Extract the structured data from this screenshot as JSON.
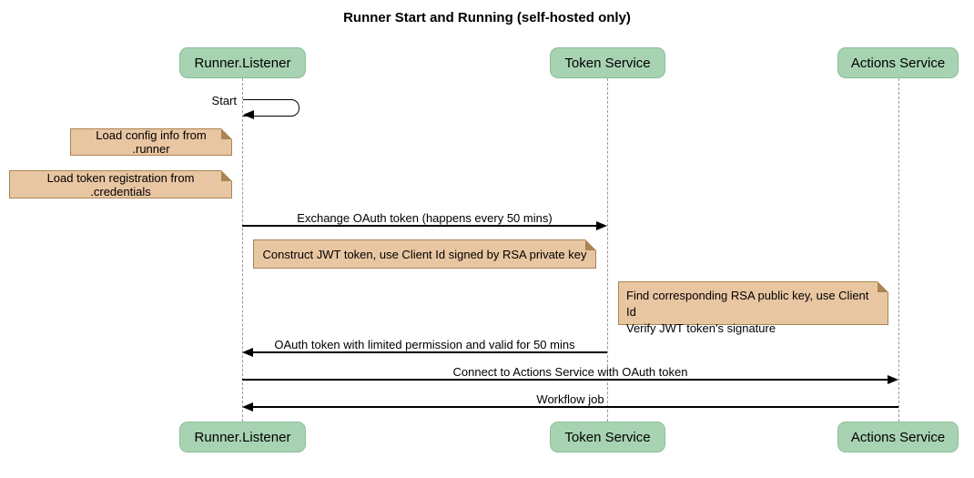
{
  "title": "Runner Start and Running (self-hosted only)",
  "participants": [
    {
      "label": "Runner.Listener"
    },
    {
      "label": "Token Service"
    },
    {
      "label": "Actions Service"
    }
  ],
  "messages": [
    {
      "label": "Start",
      "kind": "self-loop",
      "from": "Runner.Listener",
      "to": "Runner.Listener"
    },
    {
      "label": "Exchange OAuth token (happens every 50 mins)",
      "kind": "solid-arrow",
      "from": "Runner.Listener",
      "to": "Token Service"
    },
    {
      "label": "OAuth token with limited permission and valid for 50 mins",
      "kind": "solid-arrow",
      "from": "Token Service",
      "to": "Runner.Listener"
    },
    {
      "label": "Connect to Actions Service with OAuth token",
      "kind": "solid-arrow",
      "from": "Runner.Listener",
      "to": "Actions Service"
    },
    {
      "label": "Workflow job",
      "kind": "solid-arrow",
      "from": "Actions Service",
      "to": "Runner.Listener"
    }
  ],
  "notes": [
    {
      "text": "Load config info from .runner",
      "over": "Runner.Listener"
    },
    {
      "text": "Load token registration from .credentials",
      "over": "Runner.Listener"
    },
    {
      "text": "Construct JWT token, use Client Id signed by RSA private key",
      "over": "Token Service"
    },
    {
      "lines": [
        "Find corresponding RSA public key, use Client Id",
        "Verify JWT token's signature"
      ],
      "over": "Actions Service"
    }
  ],
  "colors": {
    "participant_fill": "#a7d3b2",
    "participant_border": "#8bbf9b",
    "note_fill": "#e9c6a2",
    "note_border": "#aa8452",
    "lifeline": "#999999",
    "arrow": "#000000",
    "text": "#000000",
    "background": "#ffffff"
  }
}
